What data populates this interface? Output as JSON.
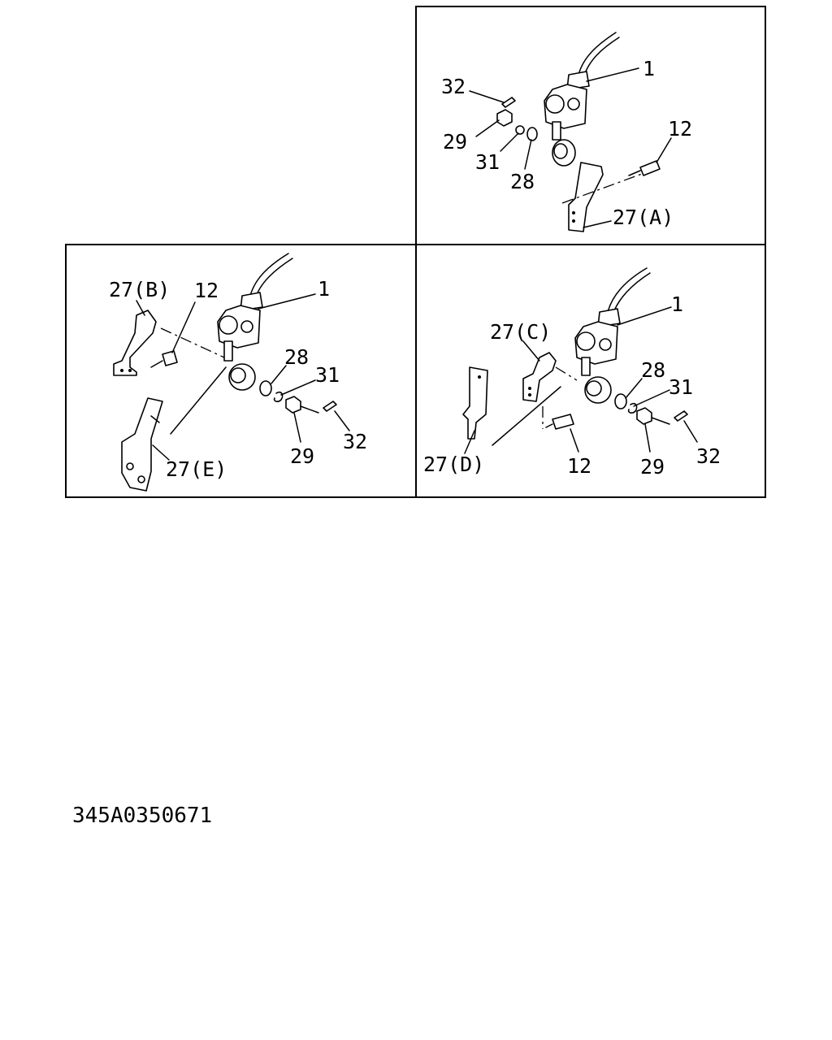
{
  "labels": {
    "p1_1": "1",
    "p1_12": "12",
    "p1_27a": "27(A)",
    "p1_32": "32",
    "p1_29": "29",
    "p1_31": "31",
    "p1_28": "28",
    "p2_1": "1",
    "p2_27b": "27(B)",
    "p2_12": "12",
    "p2_27e": "27(E)",
    "p2_28": "28",
    "p2_31": "31",
    "p2_29": "29",
    "p2_32": "32",
    "p3_1": "1",
    "p3_27c": "27(C)",
    "p3_27d": "27(D)",
    "p3_12": "12",
    "p3_28": "28",
    "p3_31": "31",
    "p3_29": "29",
    "p3_32": "32"
  },
  "drawing_code": "345A0350671"
}
